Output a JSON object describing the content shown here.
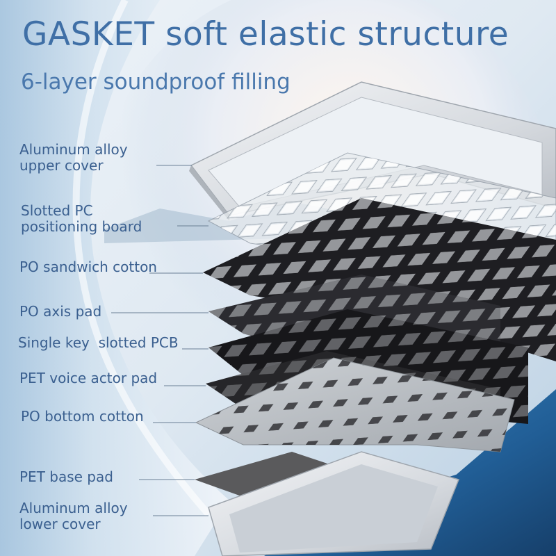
{
  "heading": {
    "title": "GASKET soft elastic structure",
    "subtitle": "6-layer soundproof filling"
  },
  "layers": [
    {
      "line1": "Aluminum alloy",
      "line2": "upper cover"
    },
    {
      "line1": "Slotted PC",
      "line2": "positioning board"
    },
    {
      "line1": "PO sandwich cotton",
      "line2": ""
    },
    {
      "line1": "PO axis pad",
      "line2": ""
    },
    {
      "line1": "Single key  slotted PCB",
      "line2": ""
    },
    {
      "line1": "PET voice actor pad",
      "line2": ""
    },
    {
      "line1": "PO bottom cotton",
      "line2": ""
    },
    {
      "line1": "PET base pad",
      "line2": ""
    },
    {
      "line1": "Aluminum alloy",
      "line2": "lower cover"
    }
  ],
  "colors": {
    "title": "#3f6fa6",
    "label": "#3a5f8f",
    "aluminum": "#d9dde2",
    "foam": "#1e1e22",
    "pet": "#5a5a5c",
    "sea": "#2f72a8"
  }
}
